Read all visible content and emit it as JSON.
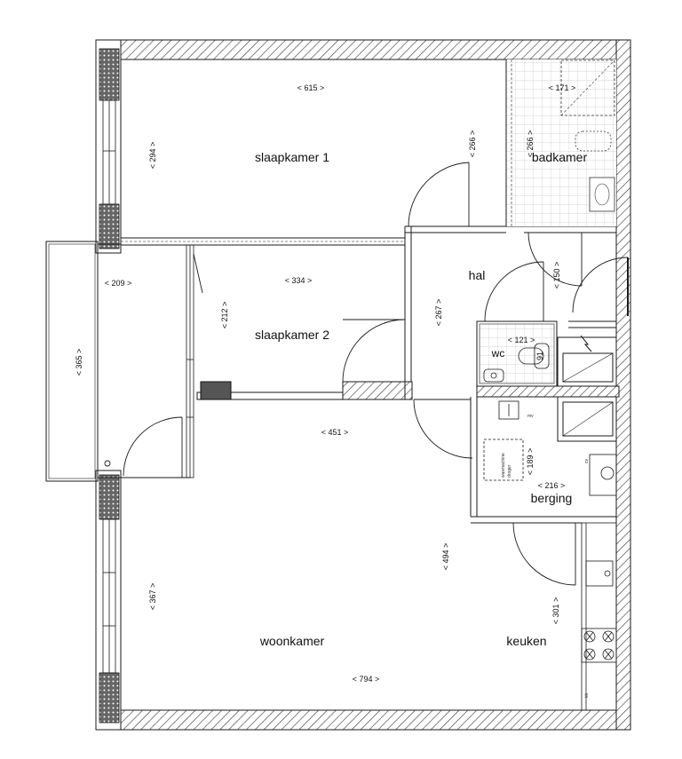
{
  "rooms": {
    "slaapkamer1": "slaapkamer 1",
    "slaapkamer2": "slaapkamer 2",
    "badkamer": "badkamer",
    "hal": "hal",
    "wc": "wc",
    "berging": "berging",
    "woonkamer": "woonkamer",
    "keuken": "keuken"
  },
  "dimensions": {
    "sk1_width": "< 615 >",
    "sk1_depth": "< 294 >",
    "sk1_door": "< 266 >",
    "bad_width": "< 171 >",
    "bad_depth": "< 266 >",
    "hal_height": "< 267 >",
    "hal_width": "< 150 >",
    "sk2_width": "< 334 >",
    "sk2_depth": "< 212 >",
    "balcony_width": "< 209 >",
    "balcony_depth": "< 365 >",
    "wc_width": "< 121 >",
    "wc_depth": "91",
    "living_upper": "< 451 >",
    "berging_depth": "< 189 >",
    "berging_width": "< 216 >",
    "living_mid": "< 494 >",
    "living_left": "< 367 >",
    "kitchen_depth": "< 301 >",
    "living_width": "< 794 >"
  },
  "fixtures": {
    "cv": "cv",
    "mv_label": "mv",
    "kk": "kk",
    "wm": "wasmachine",
    "dr": "droger"
  },
  "colors": {
    "line": "#1a1a1a",
    "hatch": "#333333",
    "tile": "#c8c8c8",
    "window_fill": "#555555"
  }
}
